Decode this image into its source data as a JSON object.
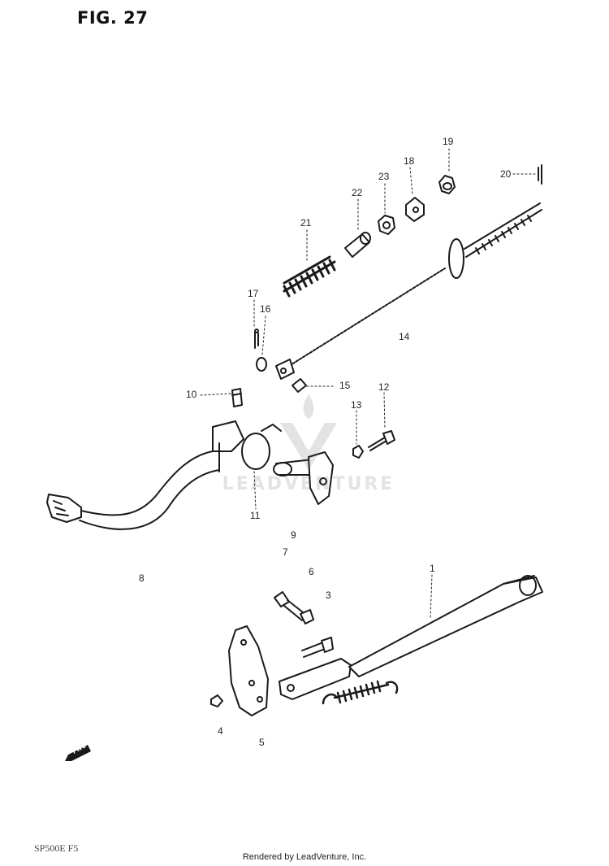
{
  "figure": {
    "title": "FIG. 27"
  },
  "callouts": [
    {
      "id": "1",
      "label": "1"
    },
    {
      "id": "3",
      "label": "3"
    },
    {
      "id": "4",
      "label": "4"
    },
    {
      "id": "5",
      "label": "5"
    },
    {
      "id": "6",
      "label": "6"
    },
    {
      "id": "7",
      "label": "7"
    },
    {
      "id": "8",
      "label": "8"
    },
    {
      "id": "9",
      "label": "9"
    },
    {
      "id": "10",
      "label": "10"
    },
    {
      "id": "11",
      "label": "11"
    },
    {
      "id": "12",
      "label": "12"
    },
    {
      "id": "13",
      "label": "13"
    },
    {
      "id": "14",
      "label": "14"
    },
    {
      "id": "15",
      "label": "15"
    },
    {
      "id": "16",
      "label": "16"
    },
    {
      "id": "17",
      "label": "17"
    },
    {
      "id": "18",
      "label": "18"
    },
    {
      "id": "19",
      "label": "19"
    },
    {
      "id": "20",
      "label": "20"
    },
    {
      "id": "21",
      "label": "21"
    },
    {
      "id": "22",
      "label": "22"
    },
    {
      "id": "23",
      "label": "23"
    }
  ],
  "direction_marker": {
    "label": "FWD",
    "icon": "fwd-arrow-icon"
  },
  "watermark": {
    "text": "LEADVENTURE",
    "icon": "leadventure-logo-icon"
  },
  "footer": {
    "code": "SP500E F5",
    "credit": "Rendered by LeadVenture, Inc."
  }
}
